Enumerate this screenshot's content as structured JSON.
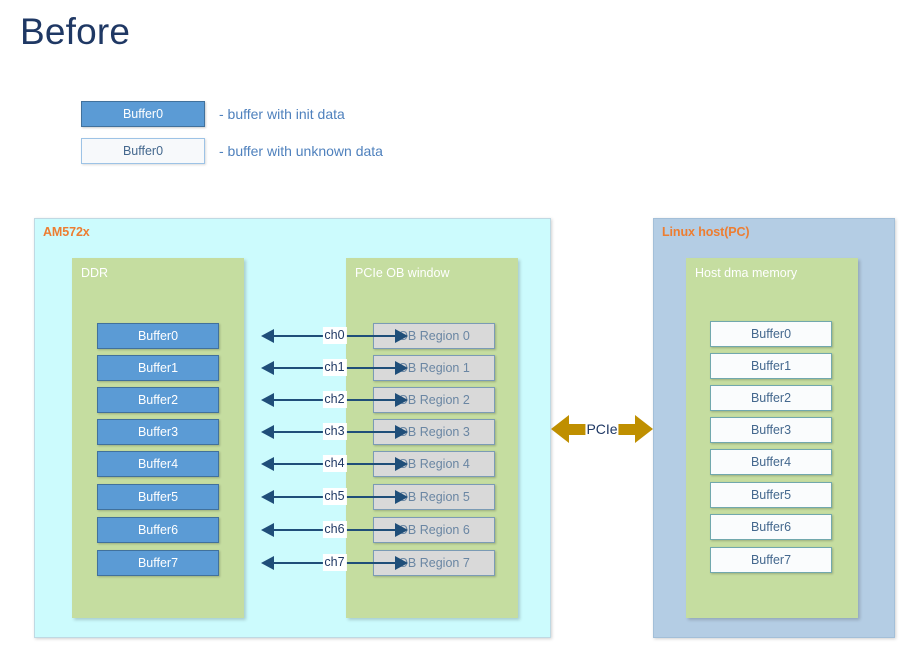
{
  "title": "Before",
  "colors": {
    "title": "#1F3864",
    "panel_am": "#CCFBFD",
    "panel_host": "#B4CDE4",
    "memblock": "#C5DDA0",
    "buffer_fill": "#5B9BD5",
    "buffer_border": "#41719C",
    "obregion_fill": "#D9D9D9",
    "hostbuf_fill": "#FAFCFD",
    "arrow": "#1F4E79",
    "pcie_arrow": "#BF8F00",
    "panel_label": "#ED7D31",
    "legend_text": "#4F81BD"
  },
  "legend": {
    "items": [
      {
        "chip": "Buffer0",
        "style": "filled",
        "label": "- buffer with init data"
      },
      {
        "chip": "Buffer0",
        "style": "empty",
        "label": "- buffer with unknown data"
      }
    ]
  },
  "am572x": {
    "title": "AM572x",
    "ddr": {
      "title": "DDR",
      "buffers": [
        "Buffer0",
        "Buffer1",
        "Buffer2",
        "Buffer3",
        "Buffer4",
        "Buffer5",
        "Buffer6",
        "Buffer7"
      ]
    },
    "ob_window": {
      "title": "PCIe OB window",
      "regions": [
        "OB Region 0",
        "OB Region 1",
        "OB Region 2",
        "OB Region 3",
        "OB Region 4",
        "OB Region 5",
        "OB Region 6",
        "OB Region 7"
      ]
    },
    "channels": [
      "ch0",
      "ch1",
      "ch2",
      "ch3",
      "ch4",
      "ch5",
      "ch6",
      "ch7"
    ]
  },
  "pcie_link": {
    "label": "PCIe"
  },
  "host": {
    "title": "Linux host(PC)",
    "dma_memory": {
      "title": "Host dma memory",
      "buffers": [
        "Buffer0",
        "Buffer1",
        "Buffer2",
        "Buffer3",
        "Buffer4",
        "Buffer5",
        "Buffer6",
        "Buffer7"
      ]
    }
  }
}
